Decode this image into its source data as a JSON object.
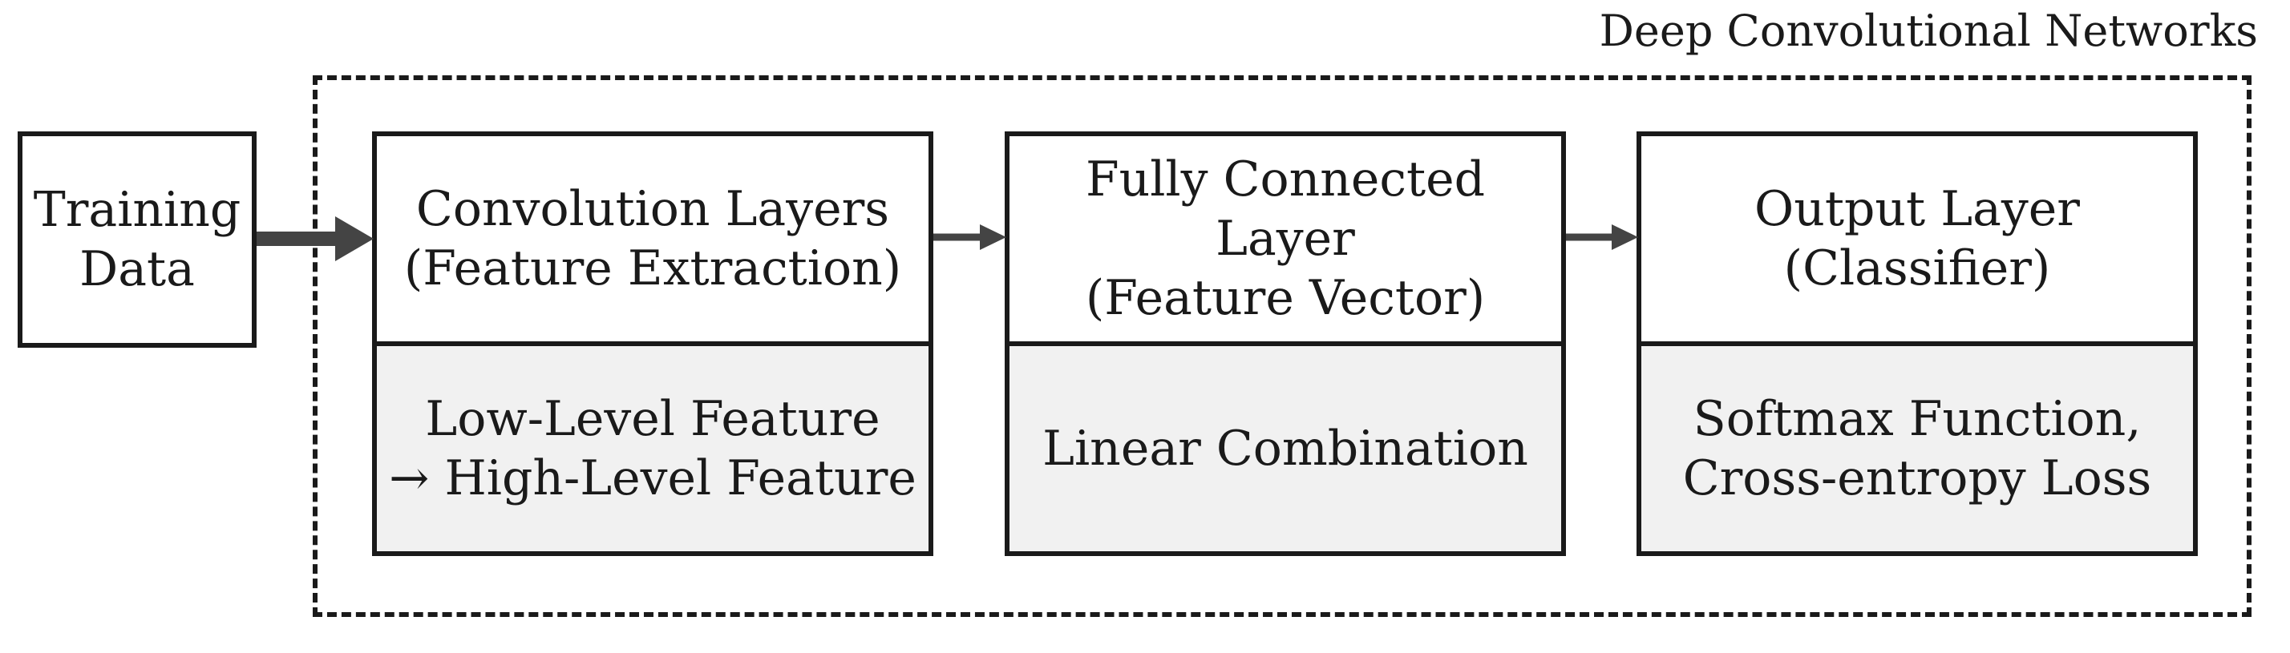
{
  "region": {
    "label": "Deep Convolutional Networks"
  },
  "input": {
    "label": "Training\nData"
  },
  "layers": [
    {
      "title": "Convolution Layers\n(Feature Extraction)",
      "detail": "Low-Level Feature\n→ High-Level Feature"
    },
    {
      "title": "Fully Connected Layer\n(Feature Vector)",
      "detail": "Linear Combination"
    },
    {
      "title": "Output Layer\n(Classifier)",
      "detail": "Softmax Function,\nCross-entropy Loss"
    }
  ],
  "colors": {
    "stroke": "#1a1a1a",
    "arrow": "#444444",
    "detail_fill": "#f1f1f1"
  }
}
